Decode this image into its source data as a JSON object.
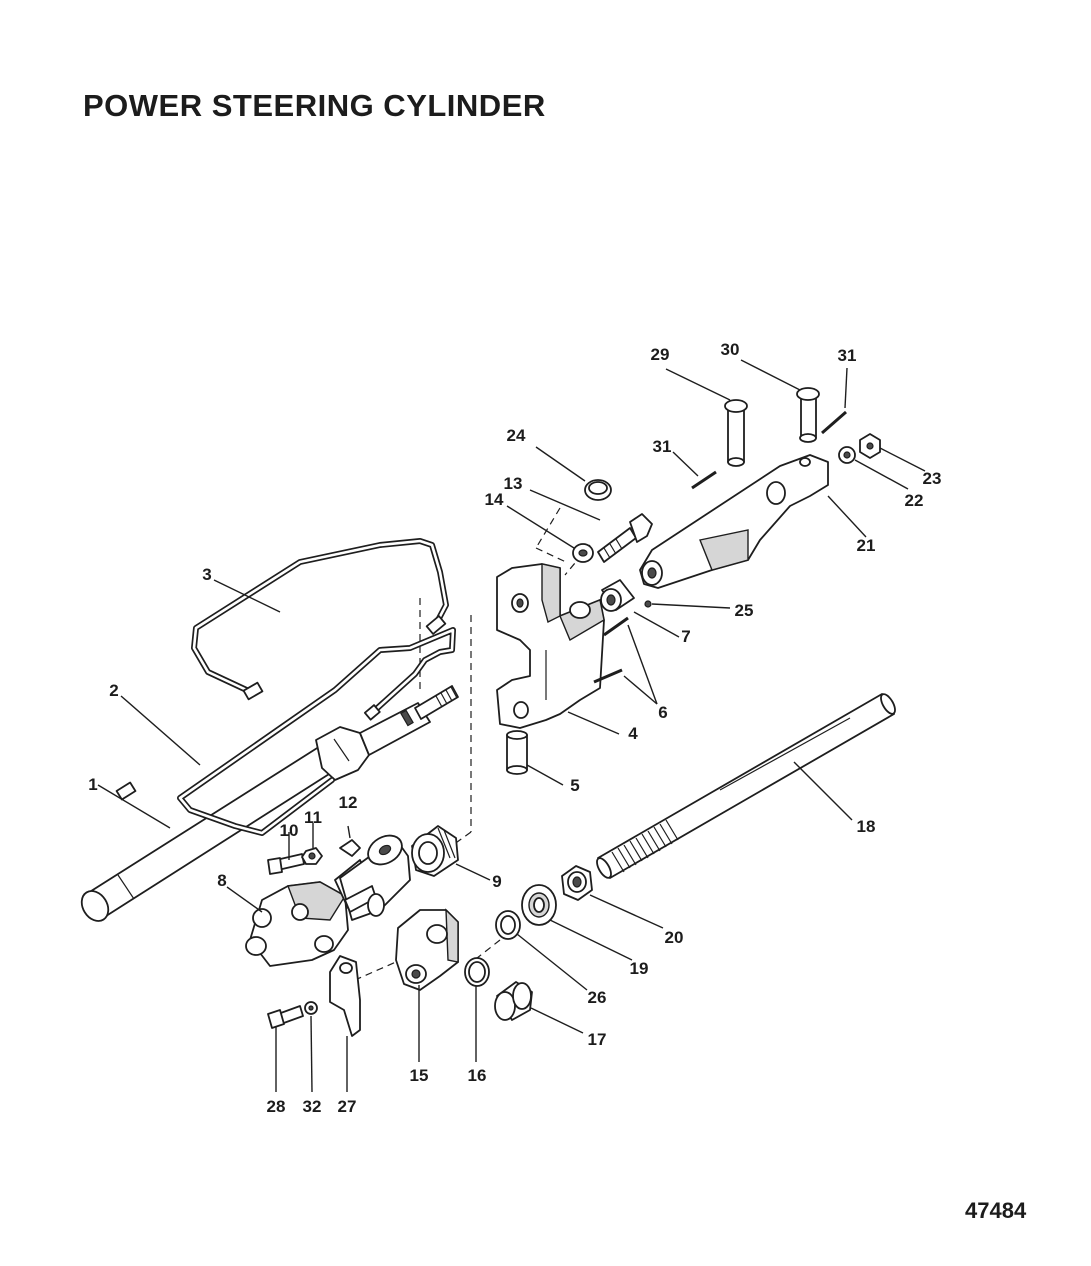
{
  "title": "POWER STEERING CYLINDER",
  "figure_number": "47484",
  "callouts": [
    {
      "id": "c1",
      "label": "1"
    },
    {
      "id": "c2",
      "label": "2"
    },
    {
      "id": "c3",
      "label": "3"
    },
    {
      "id": "c4",
      "label": "4"
    },
    {
      "id": "c5",
      "label": "5"
    },
    {
      "id": "c6",
      "label": "6"
    },
    {
      "id": "c7",
      "label": "7"
    },
    {
      "id": "c8",
      "label": "8"
    },
    {
      "id": "c9",
      "label": "9"
    },
    {
      "id": "c10",
      "label": "10"
    },
    {
      "id": "c11",
      "label": "11"
    },
    {
      "id": "c12",
      "label": "12"
    },
    {
      "id": "c13",
      "label": "13"
    },
    {
      "id": "c14",
      "label": "14"
    },
    {
      "id": "c15",
      "label": "15"
    },
    {
      "id": "c16",
      "label": "16"
    },
    {
      "id": "c17",
      "label": "17"
    },
    {
      "id": "c18",
      "label": "18"
    },
    {
      "id": "c19",
      "label": "19"
    },
    {
      "id": "c20",
      "label": "20"
    },
    {
      "id": "c21",
      "label": "21"
    },
    {
      "id": "c22",
      "label": "22"
    },
    {
      "id": "c23",
      "label": "23"
    },
    {
      "id": "c24",
      "label": "24"
    },
    {
      "id": "c25",
      "label": "25"
    },
    {
      "id": "c26",
      "label": "26"
    },
    {
      "id": "c27",
      "label": "27"
    },
    {
      "id": "c28",
      "label": "28"
    },
    {
      "id": "c29",
      "label": "29"
    },
    {
      "id": "c30",
      "label": "30"
    },
    {
      "id": "c31a",
      "label": "31"
    },
    {
      "id": "c31b",
      "label": "31"
    },
    {
      "id": "c32",
      "label": "32"
    }
  ]
}
